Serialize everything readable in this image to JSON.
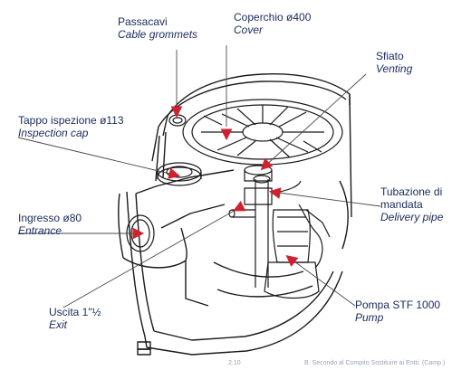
{
  "labels": {
    "passacavi": {
      "it": "Passacavi",
      "en": "Cable grommets"
    },
    "coperchio": {
      "it": "Coperchio ø400",
      "en": "Cover"
    },
    "sfiato": {
      "it": "Sfiato",
      "en": "Venting"
    },
    "tappo": {
      "it": "Tappo ispezione ø113",
      "en": "Inspection cap"
    },
    "ingresso": {
      "it": "Ingresso ø80",
      "en": "Entrance"
    },
    "tubazione": {
      "it": "Tubazione di mandata",
      "en": "Delivery pipe"
    },
    "uscita": {
      "it": "Uscita 1\"½",
      "en": "Exit"
    },
    "pompa": {
      "it": "Pompa STF 1000",
      "en": "Pump"
    }
  },
  "colors": {
    "label": "#1a2a5c",
    "arrow": "#d1202f",
    "line": "#1a1a1a",
    "leader": "#4a4a4a"
  },
  "footer": {
    "left": "2.10",
    "right": "B. Secondo al Compito Sostituire ai Entti. (Camp.)"
  }
}
